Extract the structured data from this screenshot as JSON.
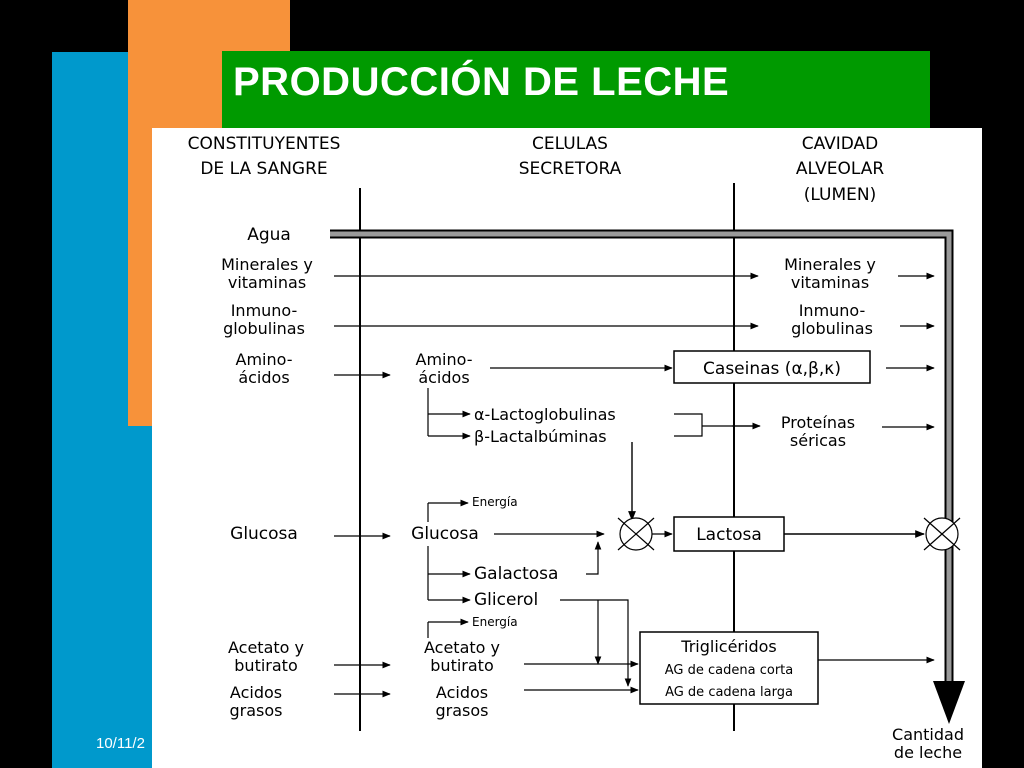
{
  "slide": {
    "title": "PRODUCCIÓN DE LECHE",
    "date": "10/11/2",
    "colors": {
      "background": "#000000",
      "title_bar": "#009a00",
      "blue_block": "#0099cc",
      "orange_block": "#f7923a"
    }
  },
  "diagram": {
    "columns": {
      "blood": [
        "CONSTITUYENTES",
        "DE LA SANGRE"
      ],
      "cells": [
        "CELULAS",
        "SECRETORA"
      ],
      "lumen": [
        "CAVIDAD",
        "ALVEOLAR",
        "(LUMEN)"
      ]
    },
    "blood_items": {
      "agua": "Agua",
      "minerales": [
        "Minerales y",
        "vitaminas"
      ],
      "inmuno": [
        "Inmuno-",
        "globulinas"
      ],
      "amino": [
        "Amino-",
        "ácidos"
      ],
      "glucosa": "Glucosa",
      "acetato": [
        "Acetato y",
        "butirato"
      ],
      "acidos": [
        "Acidos",
        "grasos"
      ]
    },
    "cell_items": {
      "amino": [
        "Amino-",
        "ácidos"
      ],
      "alfa_lacto": "α-Lactoglobulinas",
      "beta_lact": "β-Lactalbúminas",
      "energia_1": "Energía",
      "glucosa": "Glucosa",
      "galactosa": "Galactosa",
      "glicerol": "Glicerol",
      "energia_2": "Energía",
      "acetato": [
        "Acetato y",
        "butirato"
      ],
      "acidos": [
        "Acidos",
        "grasos"
      ]
    },
    "boxes": {
      "caseinas": "Caseinas (α,β,κ)",
      "lactosa": "Lactosa",
      "trigliceridos": [
        "Triglicéridos",
        "AG de cadena corta",
        "AG de cadena larga"
      ]
    },
    "lumen_items": {
      "minerales": [
        "Minerales y",
        "vitaminas"
      ],
      "inmuno": [
        "Inmuno-",
        "globulinas"
      ],
      "proteinas": [
        "Proteínas",
        "séricas"
      ],
      "cantidad": [
        "Cantidad",
        "de leche"
      ]
    }
  }
}
